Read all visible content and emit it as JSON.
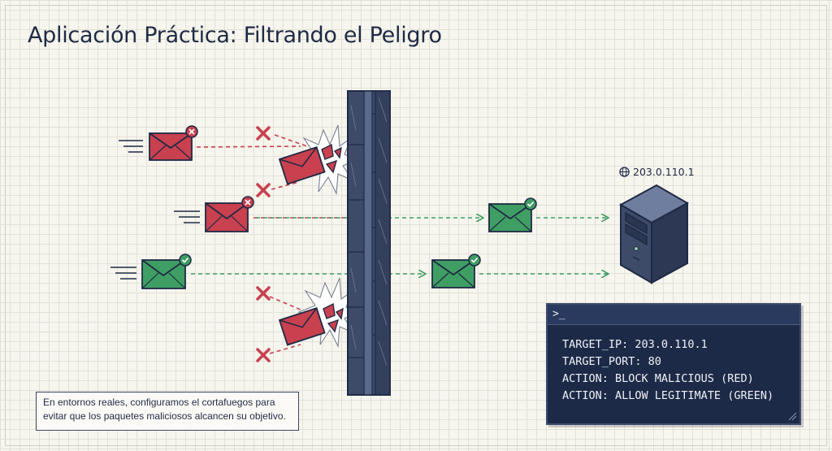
{
  "title": "Aplicación Práctica: Filtrando el Peligro",
  "server": {
    "ip": "203.0.110.1",
    "icon": "globe-icon"
  },
  "terminal": {
    "prompt": ">_",
    "lines": [
      "TARGET_IP: 203.0.110.1",
      "TARGET_PORT: 80",
      "ACTION: BLOCK MALICIOUS (RED)",
      "ACTION: ALLOW LEGITIMATE (GREEN)"
    ]
  },
  "note": {
    "text": "En entornos reales, configuramos el cortafuegos para evitar que los paquetes maliciosos alcancen su objetivo."
  },
  "colors": {
    "malicious": "#c9404f",
    "legitimate": "#3f9e63",
    "firewall": "#3d4b69",
    "navy": "#1f2a44"
  }
}
